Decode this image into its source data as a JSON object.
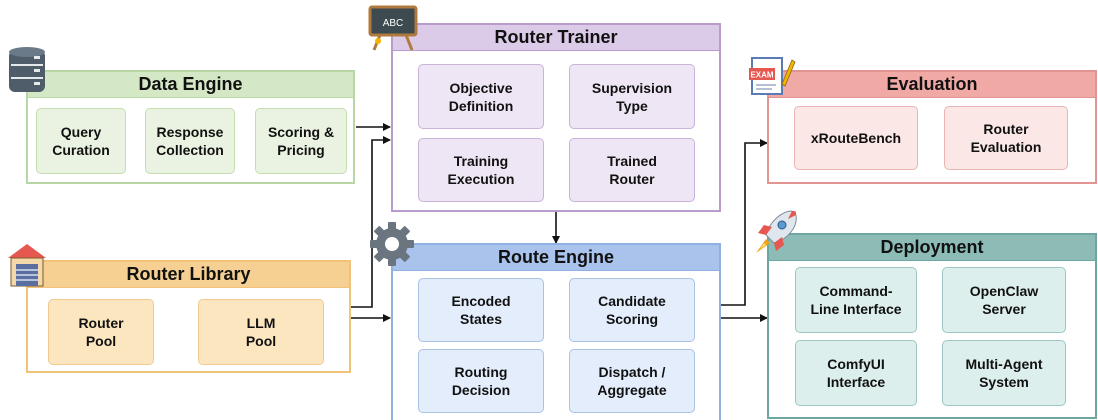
{
  "data_engine": {
    "title": "Data Engine",
    "steps": [
      "Query\nCuration",
      "Response\nCollection",
      "Scoring &\nPricing"
    ]
  },
  "router_library": {
    "title": "Router Library",
    "items": [
      "Router\nPool",
      "LLM\nPool"
    ]
  },
  "router_trainer": {
    "title": "Router Trainer",
    "steps": [
      "Objective\nDefinition",
      "Supervision\nType",
      "Training\nExecution",
      "Trained\nRouter"
    ]
  },
  "route_engine": {
    "title": "Route Engine",
    "steps": [
      "Encoded\nStates",
      "Candidate\nScoring",
      "Routing\nDecision",
      "Dispatch /\nAggregate"
    ]
  },
  "evaluation": {
    "title": "Evaluation",
    "steps": [
      "xRouteBench",
      "Router\nEvaluation"
    ]
  },
  "deployment": {
    "title": "Deployment",
    "items": [
      "Command-\nLine Interface",
      "OpenClaw\nServer",
      "ComfyUI\nInterface",
      "Multi-Agent\nSystem"
    ]
  },
  "icons": {
    "board_text": "ABC",
    "exam_text": "EXAM"
  },
  "colors": {
    "green_border": "#b9d6a5",
    "green_head": "#d5e8c6",
    "green_box": "#eaf3e2",
    "orange_border": "#f0c27a",
    "orange_head": "#f6d092",
    "orange_box": "#fbe6c0",
    "purple_border": "#b99bcc",
    "purple_head": "#dccbe8",
    "purple_box": "#efe6f5",
    "blue_border": "#8fb0e0",
    "blue_head": "#a9c3ec",
    "blue_box": "#e3edfb",
    "red_border": "#e29490",
    "red_head": "#f1a9a6",
    "red_box": "#fbe7e6",
    "teal_border": "#6ea7a2",
    "teal_head": "#8dbcb7",
    "teal_box": "#dcefec"
  }
}
